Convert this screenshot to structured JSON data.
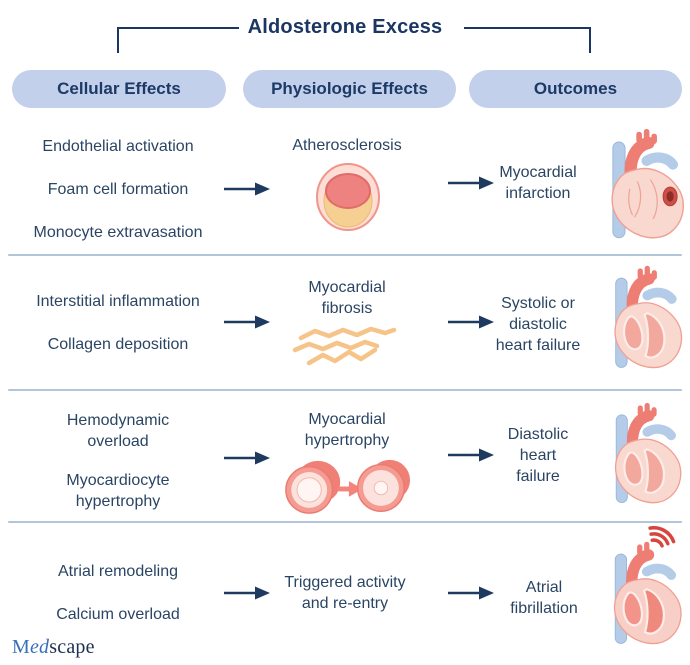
{
  "header": {
    "title": "Aldosterone Excess"
  },
  "columns": [
    {
      "label": "Cellular Effects"
    },
    {
      "label": "Physiologic Effects"
    },
    {
      "label": "Outcomes"
    }
  ],
  "rows": [
    {
      "cellular": [
        "Endothelial activation",
        "Foam cell formation",
        "Monocyte extravasation"
      ],
      "physiologic": {
        "label": "Atherosclerosis",
        "icon": "atherosclerotic-vessel-illustration"
      },
      "outcome": {
        "label": "Myocardial\ninfarction",
        "icon": "heart-myocardial-infarction-illustration"
      }
    },
    {
      "cellular": [
        "Interstitial inflammation",
        "Collagen deposition"
      ],
      "physiologic": {
        "label": "Myocardial\nfibrosis",
        "icon": "fibrosis-fibers-illustration"
      },
      "outcome": {
        "label": "Systolic or\ndiastolic\nheart failure",
        "icon": "heart-cross-section-illustration"
      }
    },
    {
      "cellular": [
        "Hemodynamic\noverload",
        "Myocardiocyte\nhypertrophy"
      ],
      "physiologic": {
        "label": "Myocardial\nhypertrophy",
        "icon": "vessel-hypertrophy-illustration"
      },
      "outcome": {
        "label": "Diastolic\nheart\nfailure",
        "icon": "heart-cross-section-illustration"
      }
    },
    {
      "cellular": [
        "Atrial remodeling",
        "Calcium overload"
      ],
      "physiologic": {
        "label": "Triggered activity\nand re-entry",
        "icon": null
      },
      "outcome": {
        "label": "Atrial\nfibrillation",
        "icon": "heart-atrial-fibrillation-illustration"
      }
    }
  ],
  "footer": {
    "brand": {
      "med": "Med",
      "scape": "scape"
    }
  },
  "colors": {
    "navy_text": "#1c3664",
    "body_text": "#2a4563",
    "pill_background": "#c3d0eb",
    "divider": "#b2c5d9",
    "heart_body_pink": "#f9d8d0",
    "aorta_red": "#ee7d74",
    "vessel_blue": "#b5cce9",
    "infarct_red": "#8e2d28",
    "fibrosis_tan": "#f6c488",
    "signal_red": "#d8453e"
  }
}
